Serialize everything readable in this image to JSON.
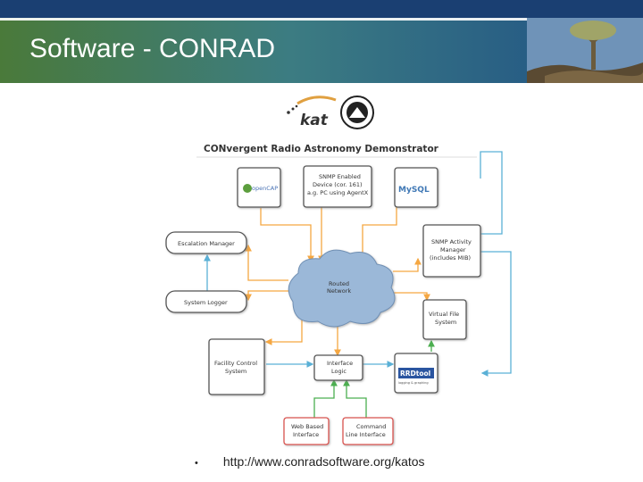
{
  "slide": {
    "title": "Software - CONRAD",
    "bullet": "•",
    "link": "http://www.conradsoftware.org/katos"
  },
  "logos": {
    "kat": "kat",
    "banner": "CONvergent Radio Astronomy Demonstrator"
  },
  "nodes": {
    "opencap": "openCAP",
    "snmp_device": [
      "SNMP Enabled",
      "Device (cor. 161)",
      "a.g. PC using AgentX"
    ],
    "mysql": "MySQL",
    "escalation": "Escalation Manager",
    "snmp_manager": [
      "SNMP Activity",
      "Manager",
      "(includes MIB)"
    ],
    "routed": [
      "Routed",
      "Network"
    ],
    "logger": "System Logger",
    "vfs": [
      "Virtual File",
      "System"
    ],
    "facility": [
      "Facility Control",
      "System"
    ],
    "interface": [
      "Interface",
      "Logic"
    ],
    "rrdtool": "RRDtool",
    "rrdtool_sub": "logging & graphing",
    "web": [
      "Web Based",
      "Interface"
    ],
    "cmdline": [
      "Command",
      "Line Interface"
    ]
  },
  "colors": {
    "orange_link": "#f5a742",
    "blue_link": "#5ab0d6",
    "green_link": "#4caf50",
    "cloud": "#9bb8d8"
  }
}
